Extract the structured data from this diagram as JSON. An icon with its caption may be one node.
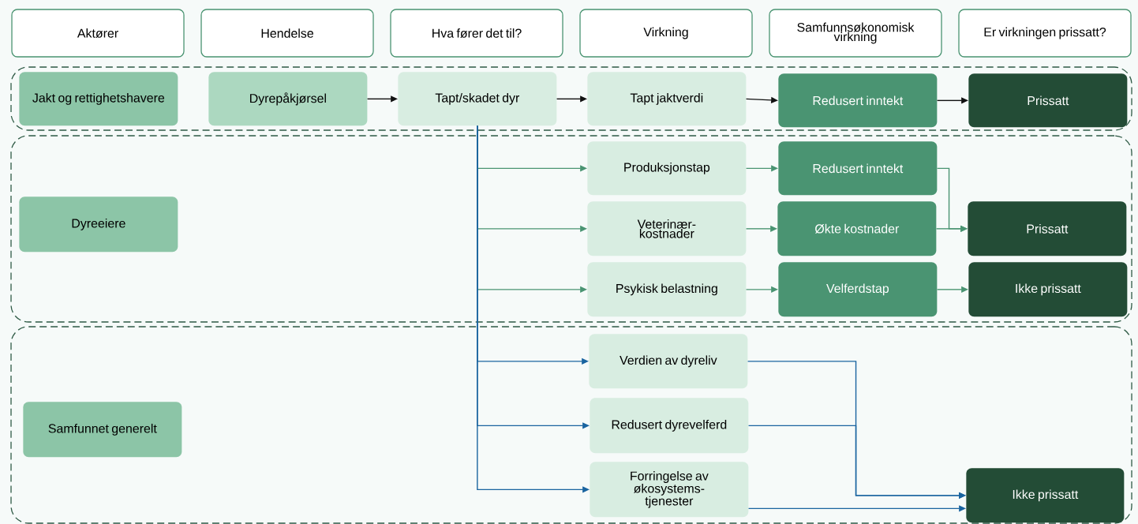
{
  "diagram": {
    "nodes": [
      {
        "text": [
          "Aktører"
        ]
      },
      {
        "text": [
          "Hendelse"
        ]
      },
      {
        "text": [
          "Hva fører det til?"
        ]
      },
      {
        "text": [
          "Virkning"
        ]
      },
      {
        "text": [
          "Samfunnsøkonomisk virkning"
        ]
      },
      {
        "text": [
          "Er virkningen prissatt?"
        ]
      },
      {
        "text": [],
        "shape": "box"
      },
      {
        "text": [
          "Jakt og rettighetshavere"
        ],
        "in": 6
      },
      {
        "text": [
          "Dyrepåkjørsel"
        ],
        "in": 6
      },
      {
        "text": [
          "Tapt/skadet dyr"
        ],
        "in": 6
      },
      {
        "text": [
          "Tapt jaktverdi"
        ],
        "in": 6
      },
      {
        "text": [
          "Redusert inntekt"
        ],
        "in": 6
      },
      {
        "text": [
          "Prissatt"
        ],
        "in": 6
      },
      {
        "text": [],
        "shape": "box"
      },
      {
        "text": [
          "Dyreeiere"
        ],
        "in": 13
      },
      {
        "text": [
          "Produksjonstap"
        ],
        "in": 13
      },
      {
        "text": [
          "Veterinær-kostnader"
        ],
        "in": 13
      },
      {
        "text": [
          "Redusert inntekt"
        ],
        "in": 13
      },
      {
        "text": [
          "Økte kostnader"
        ],
        "in": 13
      },
      {
        "text": [
          "Prissatt"
        ],
        "in": 13
      },
      {
        "text": [
          "Psykisk belastning"
        ],
        "in": 13
      },
      {
        "text": [
          "Velferdstap"
        ],
        "in": 13
      },
      {
        "text": [
          "Ikke prissatt"
        ],
        "in": 13
      },
      {
        "text": [],
        "shape": "box"
      },
      {
        "text": [
          "Samfunnet generelt"
        ],
        "in": 23
      },
      {
        "text": [
          "Verdien av dyreliv"
        ],
        "in": 23
      },
      {
        "text": [
          "Redusert dyrevelferd"
        ],
        "in": 23
      },
      {
        "text": [
          "Forringelse av økosystems-tjenester"
        ],
        "in": 23
      },
      {
        "text": [
          "Ikke prissatt"
        ],
        "in": 23
      }
    ],
    "edges": [
      {
        "from": 8,
        "to": 9,
        "arrow": "to",
        "color": "#111111"
      },
      {
        "from": 9,
        "to": 10,
        "arrow": "to",
        "color": "#111111"
      },
      {
        "from": 10,
        "to": 11,
        "arrow": "to",
        "color": "#111111"
      },
      {
        "from": 11,
        "to": 12,
        "arrow": "to",
        "color": "#111111"
      },
      {
        "from": 9,
        "to": 15,
        "arrow": "to"
      },
      {
        "from": 9,
        "to": 16,
        "arrow": "to"
      },
      {
        "from": 9,
        "to": 20,
        "arrow": "to"
      },
      {
        "from": 15,
        "to": 17,
        "arrow": "to"
      },
      {
        "from": 16,
        "to": 18,
        "arrow": "to"
      },
      {
        "from": 17,
        "to": 19,
        "arrow": "to"
      },
      {
        "from": 18,
        "to": 19,
        "arrow": "to"
      },
      {
        "from": 20,
        "to": 21,
        "arrow": "to"
      },
      {
        "from": 21,
        "to": 22,
        "arrow": "to"
      },
      {
        "from": 9,
        "to": 25,
        "arrow": "to",
        "color": "#1a64a0"
      },
      {
        "from": 9,
        "to": 26,
        "arrow": "to",
        "color": "#1a64a0"
      },
      {
        "from": 9,
        "to": 27,
        "arrow": "to",
        "color": "#1a64a0"
      },
      {
        "from": 25,
        "to": 28,
        "arrow": "to",
        "color": "#1a64a0"
      },
      {
        "from": 26,
        "to": 28,
        "arrow": "to",
        "color": "#1a64a0"
      },
      {
        "from": 27,
        "to": 28,
        "arrow": "to",
        "color": "#1a64a0"
      }
    ]
  }
}
